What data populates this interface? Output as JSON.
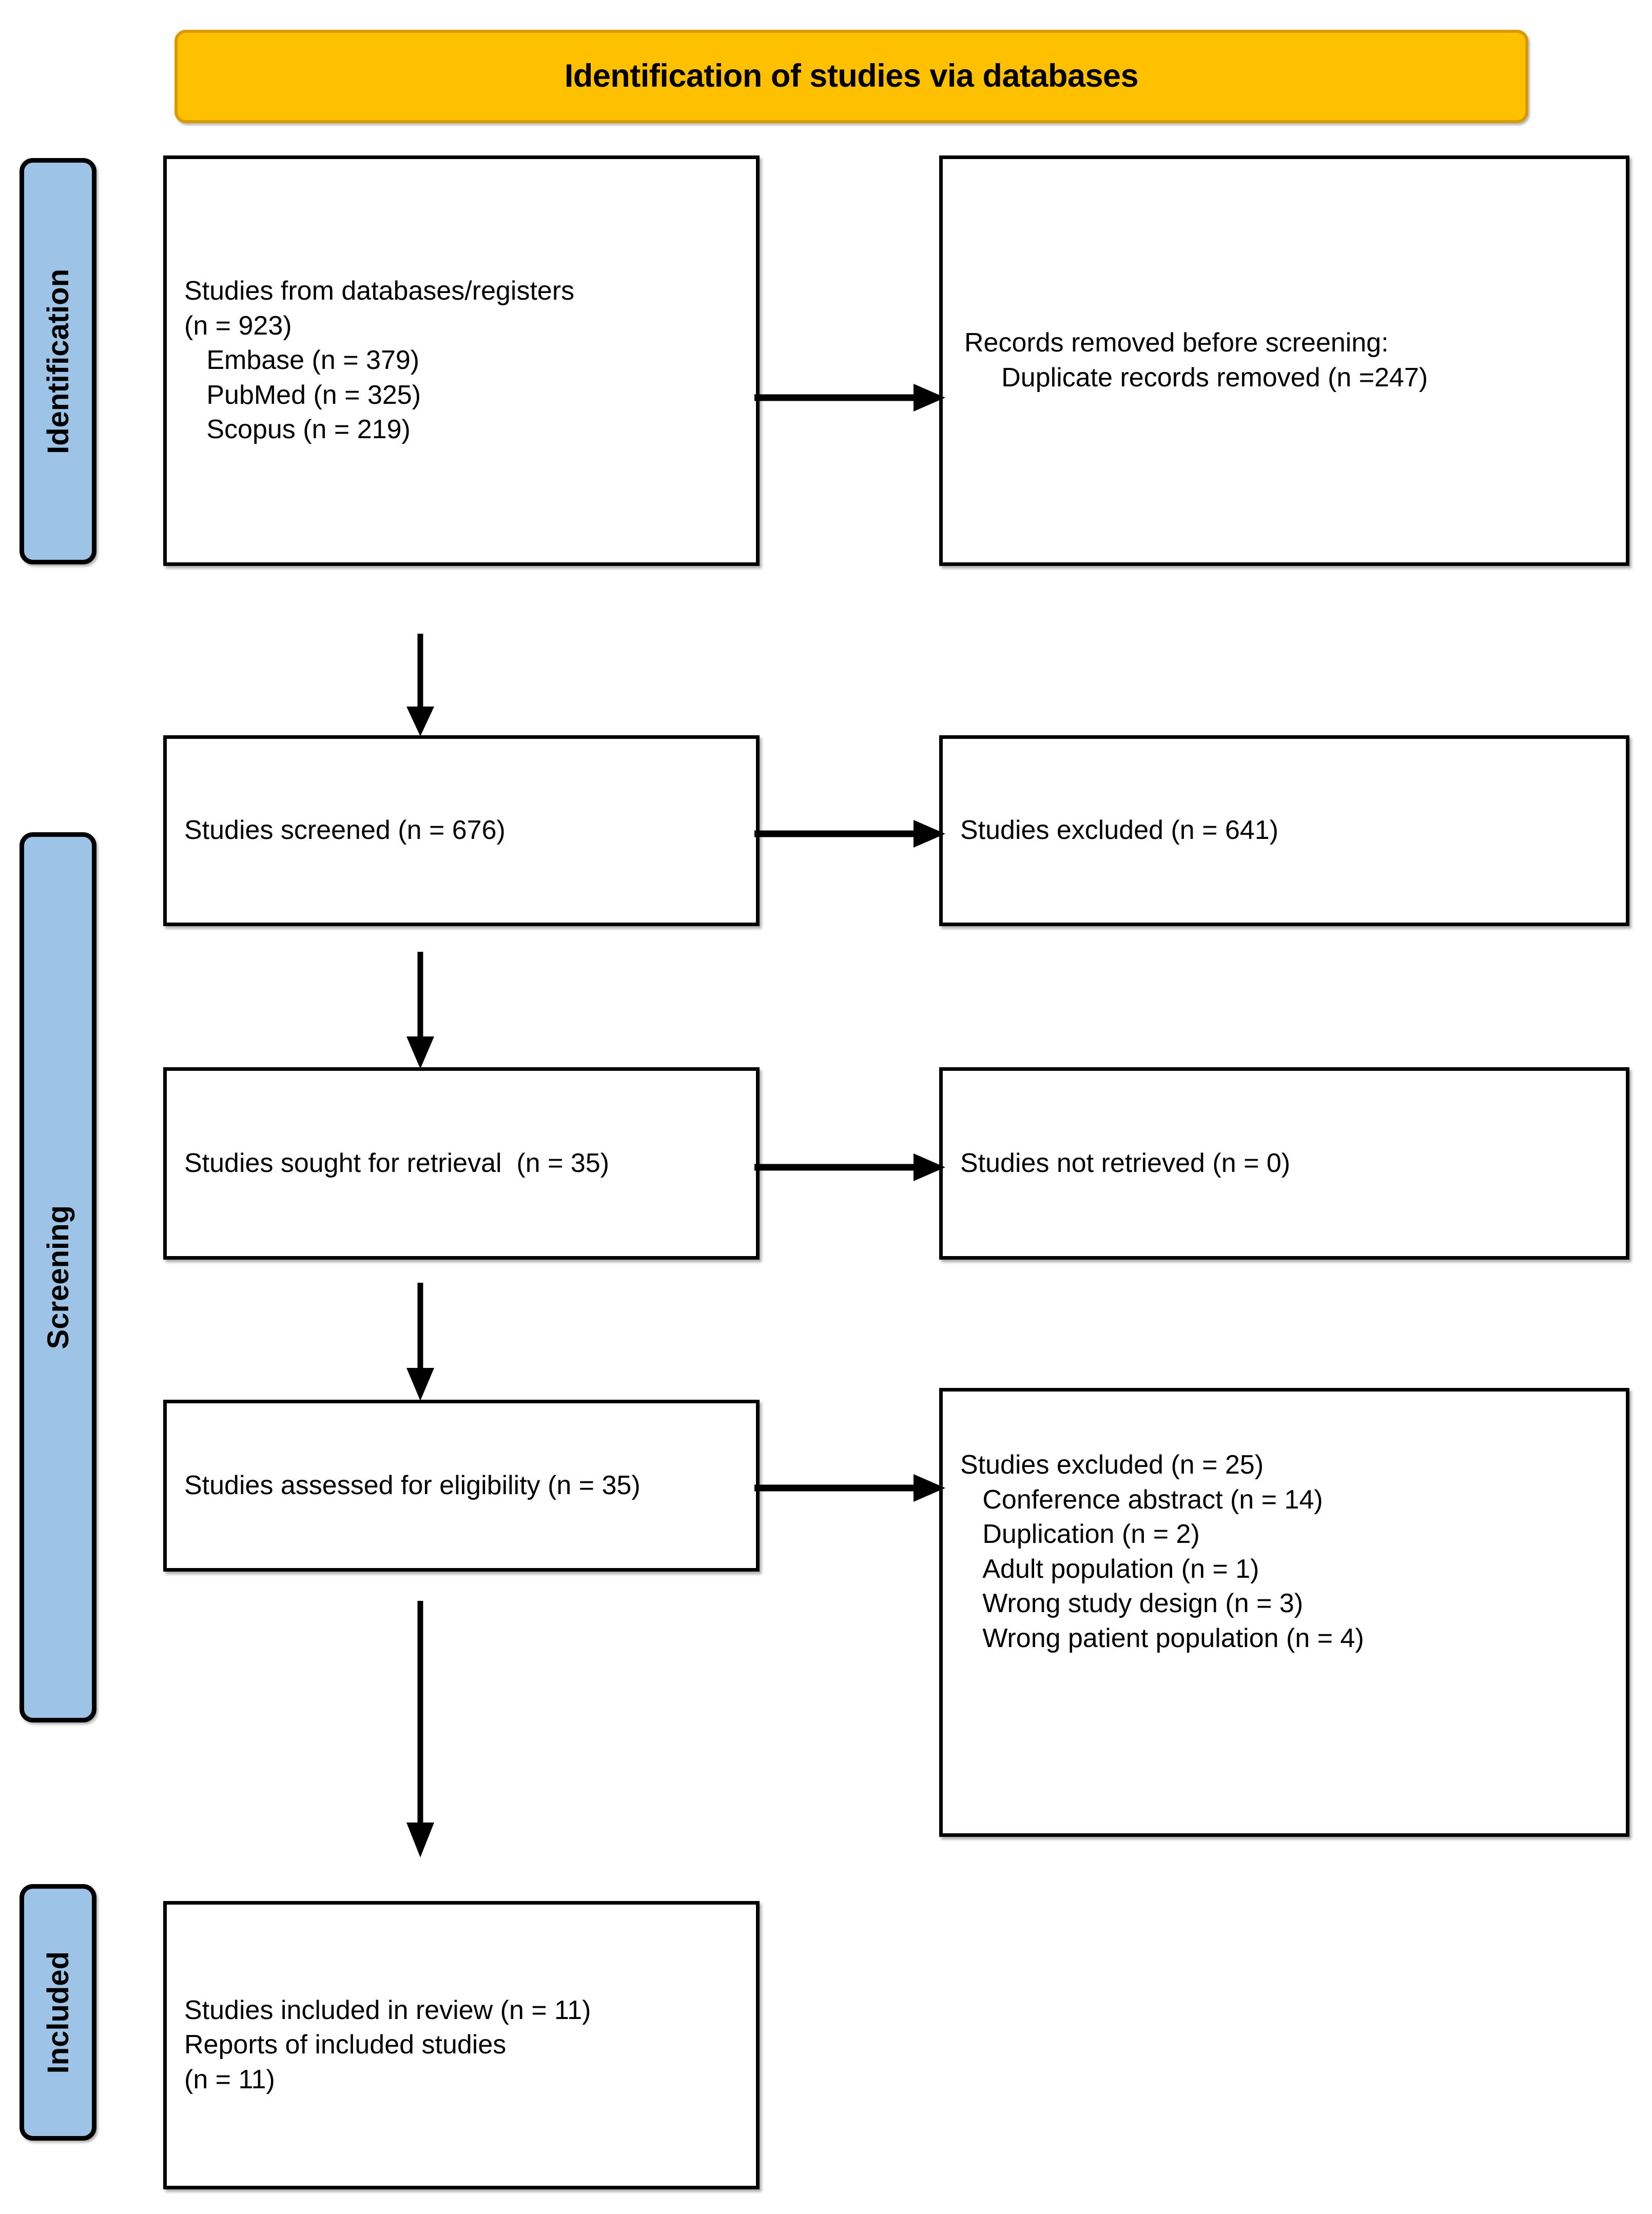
{
  "banner": {
    "title": "Identification of studies via databases"
  },
  "stages": [
    {
      "id": "identification",
      "label": "Identification"
    },
    {
      "id": "screening",
      "label": "Screening"
    },
    {
      "id": "included",
      "label": "Included"
    }
  ],
  "boxes": {
    "identified": "Studies from databases/registers\n(n = 923)\n   Embase (n = 379)\n   PubMed (n = 325)\n   Scopus (n = 219)",
    "removed": "Records removed before screening:\n     Duplicate records removed (n =247)",
    "screened": "Studies screened (n = 676)",
    "excluded_screening": "Studies excluded (n = 641)",
    "retrieval": "Studies sought for retrieval  (n = 35)",
    "not_retrieved": "Studies not retrieved (n = 0)",
    "eligibility": "Studies assessed for eligibility (n = 35)",
    "excluded_eligibility": "Studies excluded (n = 25)\n   Conference abstract (n = 14)\n   Duplication (n = 2)\n   Adult population (n = 1)\n   Wrong study design (n = 3)\n   Wrong patient population (n = 4)",
    "included": "Studies included in review (n = 11)\nReports of included studies\n(n = 11)"
  },
  "counts": {
    "databases_total": 923,
    "embase": 379,
    "pubmed": 325,
    "scopus": 219,
    "duplicates_removed": 247,
    "screened": 676,
    "excluded_screening": 641,
    "sought_for_retrieval": 35,
    "not_retrieved": 0,
    "assessed_for_eligibility": 35,
    "excluded_eligibility": 25,
    "conference_abstract": 14,
    "duplication": 2,
    "adult_population": 1,
    "wrong_study_design": 3,
    "wrong_patient_population": 4,
    "included_in_review": 11,
    "reports_of_included_studies": 11
  },
  "colors": {
    "banner_fill": "#FFC000",
    "banner_border": "#D79B00",
    "stage_pill_fill": "#9DC3E6",
    "box_border": "#000000",
    "box_fill": "#FFFFFF",
    "text": "#000000"
  }
}
